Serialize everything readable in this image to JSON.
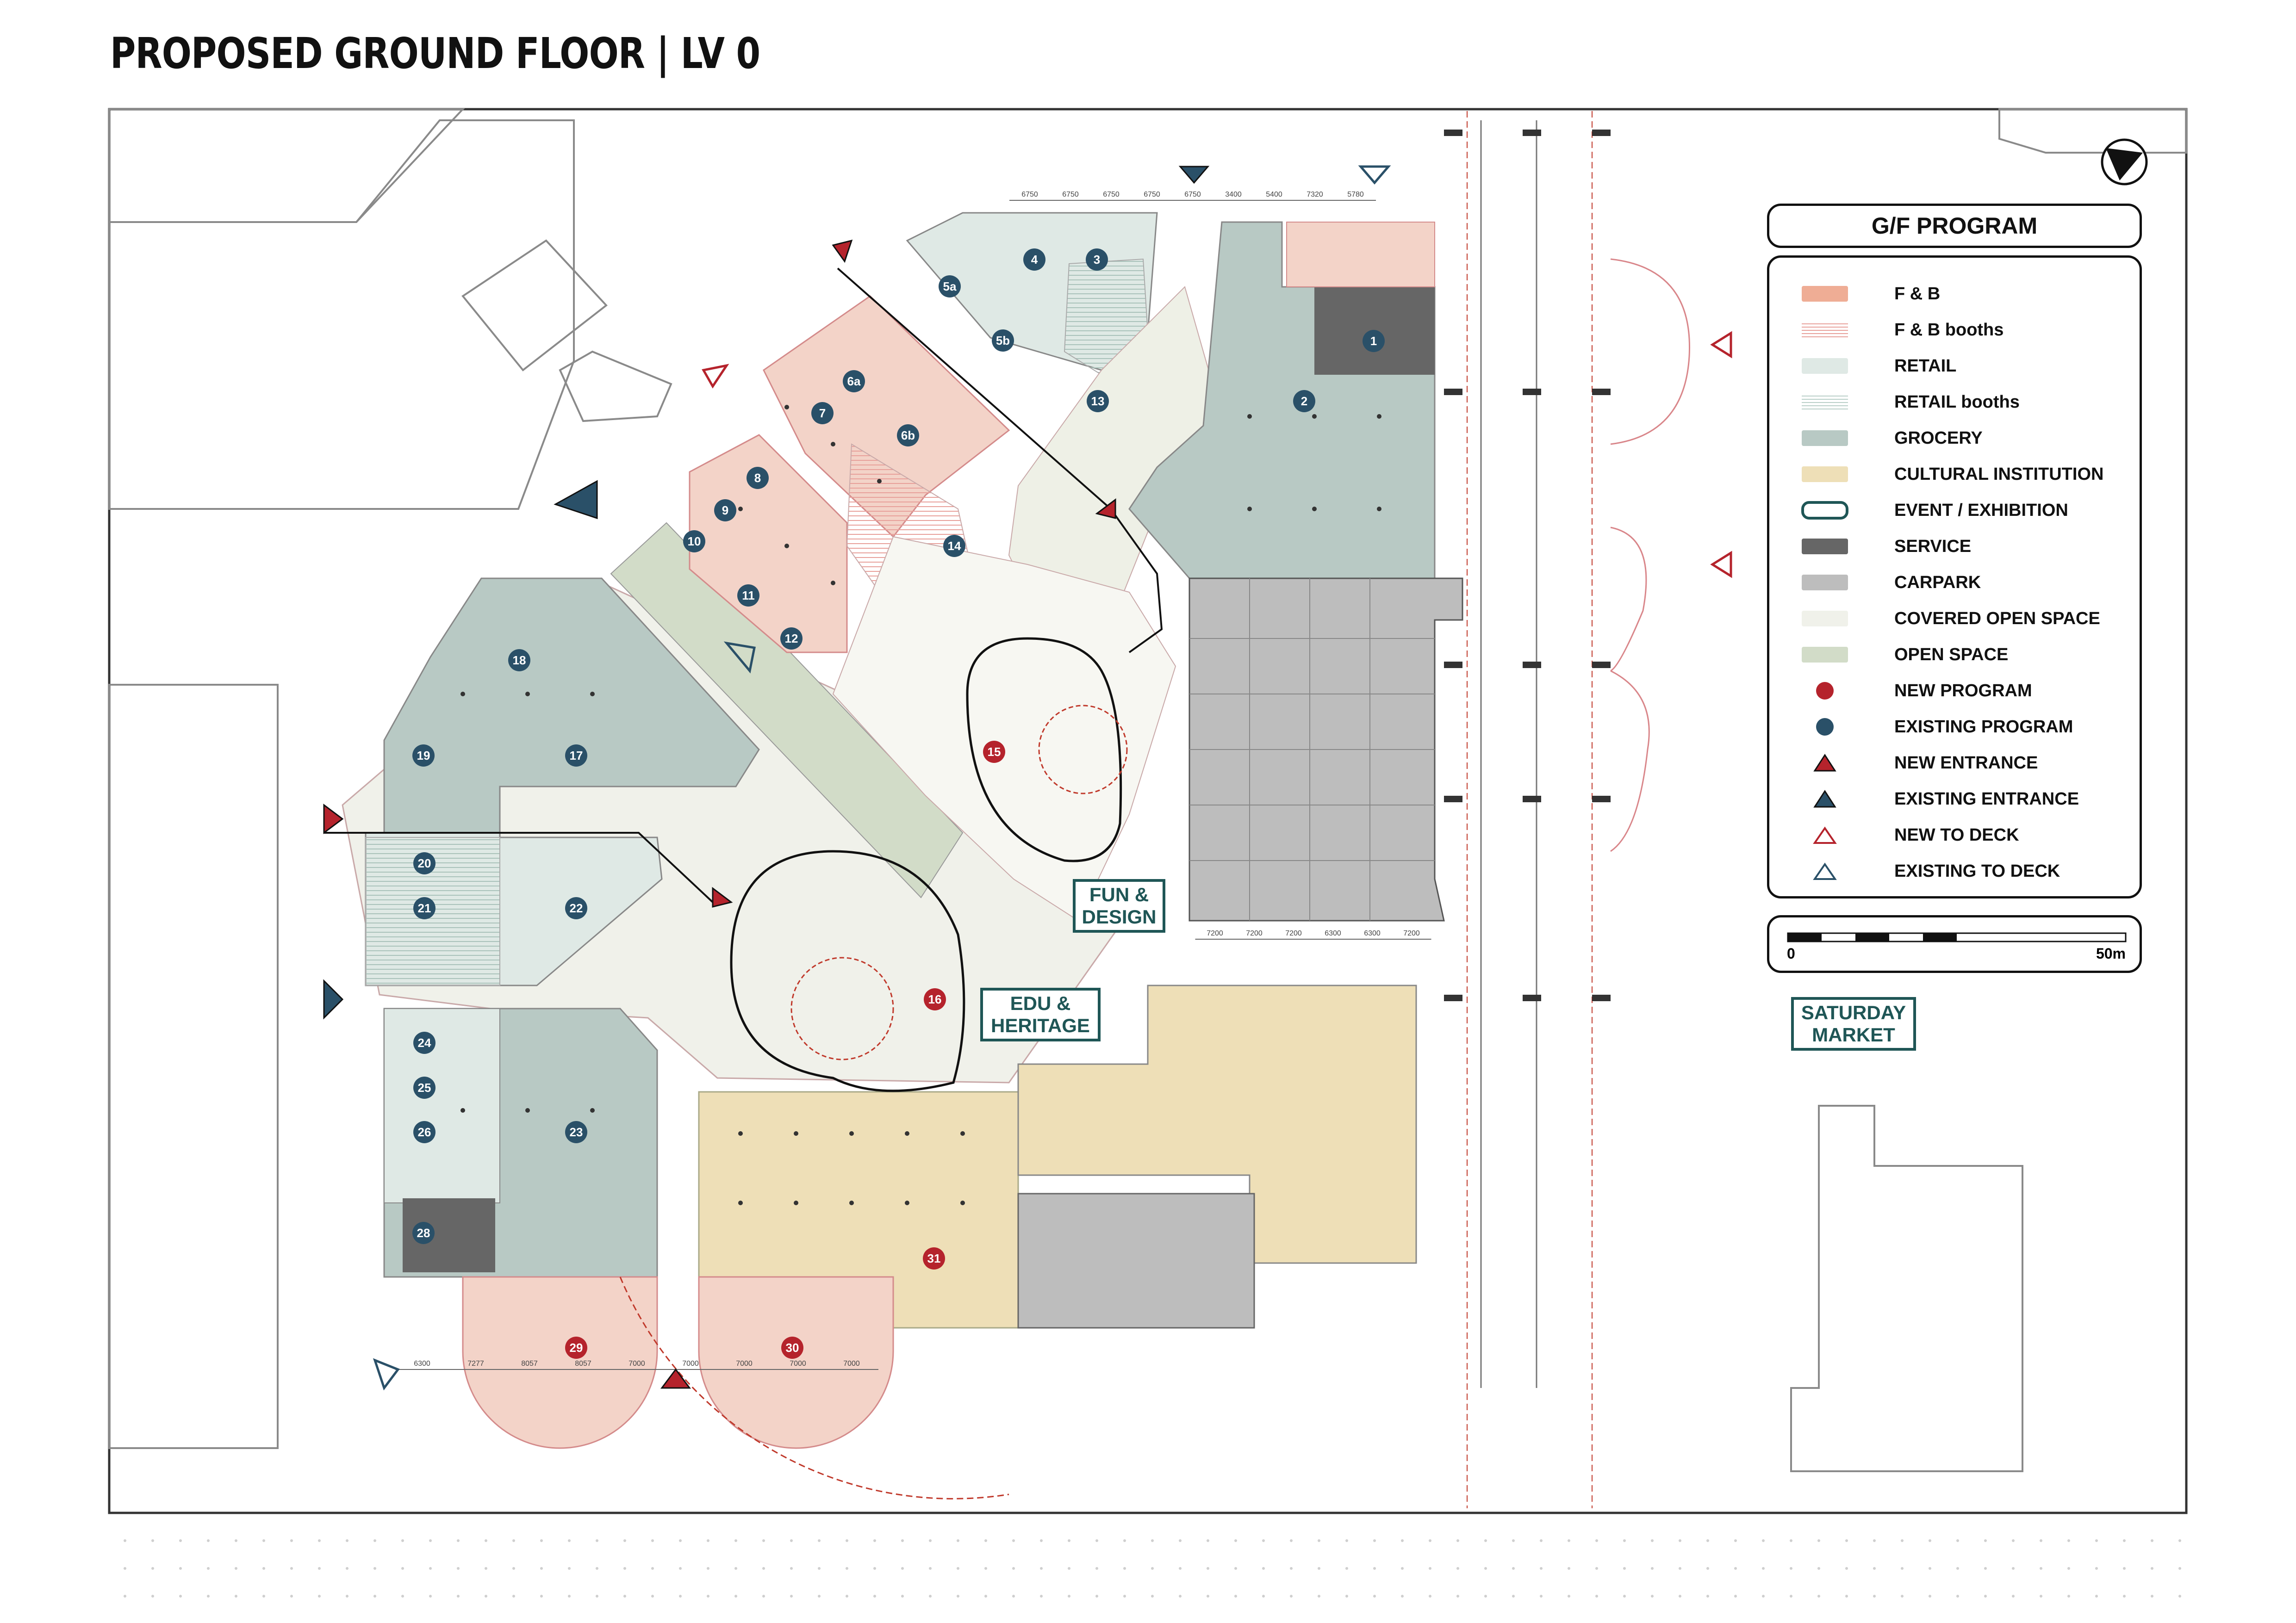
{
  "title": "PROPOSED GROUND FLOOR | LV 0",
  "legend": {
    "title": "G/F PROGRAM",
    "items": [
      {
        "label": "F & B",
        "kind": "fill",
        "color": "#efad95"
      },
      {
        "label": "F & B booths",
        "kind": "hatch",
        "color": "#e8a09a"
      },
      {
        "label": "RETAIL",
        "kind": "fill",
        "color": "#dfe9e5"
      },
      {
        "label": "RETAIL booths",
        "kind": "hatch",
        "color": "#b9cfc8"
      },
      {
        "label": "GROCERY",
        "kind": "fill",
        "color": "#b8c9c4"
      },
      {
        "label": "CULTURAL INSTITUTION",
        "kind": "fill",
        "color": "#eedfb7"
      },
      {
        "label": "EVENT / EXHIBITION",
        "kind": "outline",
        "color": "#1f5656"
      },
      {
        "label": "SERVICE",
        "kind": "fill",
        "color": "#666666"
      },
      {
        "label": "CARPARK",
        "kind": "fill",
        "color": "#bdbdbd"
      },
      {
        "label": "COVERED OPEN SPACE",
        "kind": "fill",
        "color": "#f0f1ea"
      },
      {
        "label": "OPEN SPACE",
        "kind": "fill",
        "color": "#d2dcc8"
      },
      {
        "label": "NEW PROGRAM",
        "kind": "dot",
        "color": "#b5232c"
      },
      {
        "label": "EXISTING PROGRAM",
        "kind": "dot",
        "color": "#2a5068"
      },
      {
        "label": "NEW ENTRANCE",
        "kind": "triangle",
        "color": "#b5232c"
      },
      {
        "label": "EXISTING ENTRANCE",
        "kind": "triangle",
        "color": "#2a5068"
      },
      {
        "label": "NEW TO DECK",
        "kind": "triangle-outline",
        "color": "#b5232c"
      },
      {
        "label": "EXISTING TO DECK",
        "kind": "triangle-outline",
        "color": "#2a5068"
      }
    ]
  },
  "scale_bar": {
    "start": "0",
    "end": "50m"
  },
  "zones": {
    "fun_design": "FUN & DESIGN",
    "edu_heritage": "EDU & HERITAGE",
    "saturday_market": "SATURDAY MARKET"
  },
  "programs": [
    {
      "id": "1",
      "type": "existing"
    },
    {
      "id": "2",
      "type": "existing"
    },
    {
      "id": "3",
      "type": "existing"
    },
    {
      "id": "4",
      "type": "existing"
    },
    {
      "id": "5a",
      "type": "existing"
    },
    {
      "id": "5b",
      "type": "existing"
    },
    {
      "id": "6a",
      "type": "existing"
    },
    {
      "id": "6b",
      "type": "existing"
    },
    {
      "id": "7",
      "type": "existing"
    },
    {
      "id": "8",
      "type": "existing"
    },
    {
      "id": "9",
      "type": "existing"
    },
    {
      "id": "10",
      "type": "existing"
    },
    {
      "id": "11",
      "type": "existing"
    },
    {
      "id": "12",
      "type": "existing"
    },
    {
      "id": "13",
      "type": "existing"
    },
    {
      "id": "14",
      "type": "existing"
    },
    {
      "id": "15",
      "type": "new"
    },
    {
      "id": "16",
      "type": "new"
    },
    {
      "id": "17",
      "type": "existing"
    },
    {
      "id": "18",
      "type": "existing"
    },
    {
      "id": "19",
      "type": "existing"
    },
    {
      "id": "20",
      "type": "existing"
    },
    {
      "id": "21",
      "type": "existing"
    },
    {
      "id": "22",
      "type": "existing"
    },
    {
      "id": "23",
      "type": "existing"
    },
    {
      "id": "24",
      "type": "existing"
    },
    {
      "id": "25",
      "type": "existing"
    },
    {
      "id": "26",
      "type": "existing"
    },
    {
      "id": "28",
      "type": "existing"
    },
    {
      "id": "29",
      "type": "new"
    },
    {
      "id": "30",
      "type": "new"
    },
    {
      "id": "31",
      "type": "new"
    }
  ],
  "dimensions": {
    "top": [
      "6750",
      "6750",
      "6750",
      "6750",
      "6750",
      "3400",
      "5400",
      "7320",
      "5780"
    ],
    "carpark_bottom": [
      "7200",
      "7200",
      "7200",
      "6300",
      "6300",
      "7200"
    ],
    "south": [
      "6300",
      "7277",
      "8057",
      "8057",
      "7000",
      "7000",
      "7000",
      "7000",
      "7000"
    ]
  }
}
